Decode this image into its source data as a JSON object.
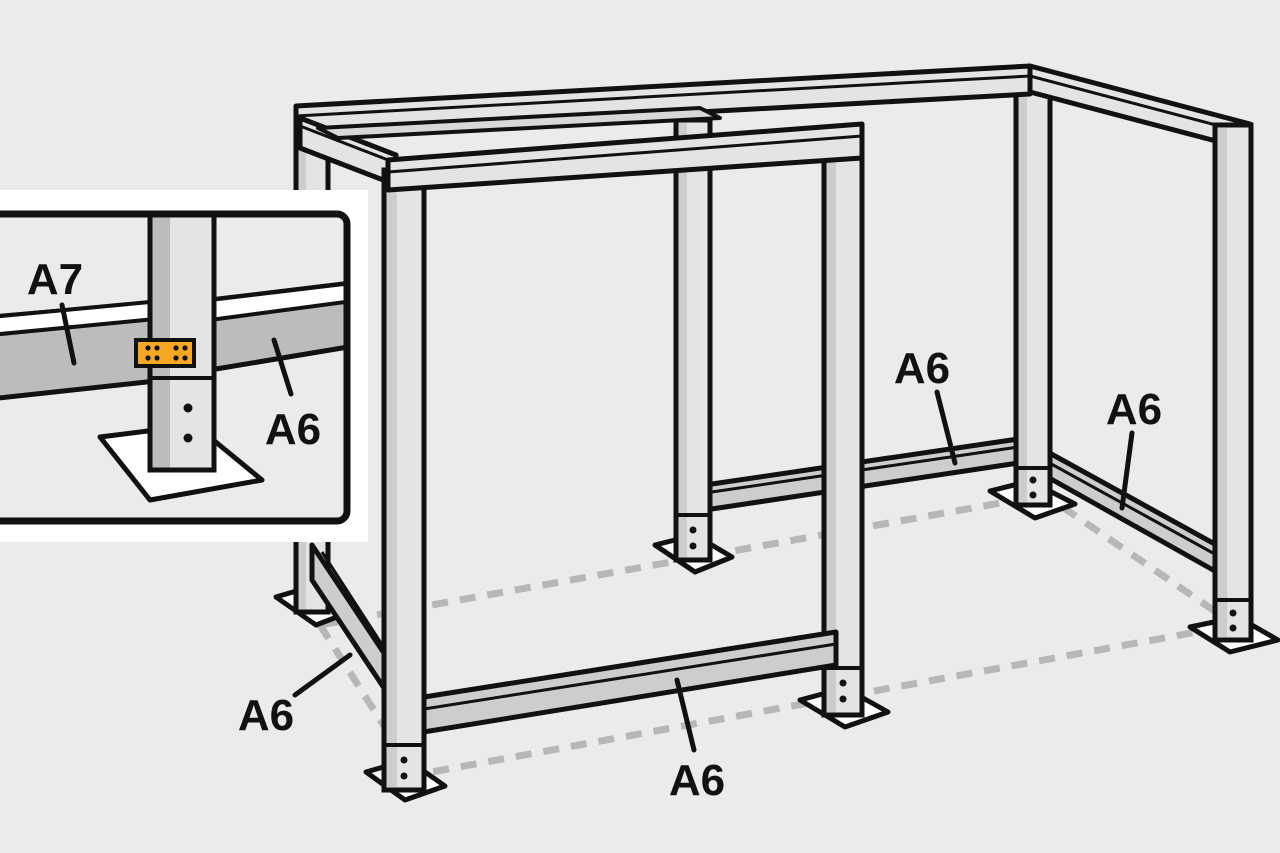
{
  "labels": {
    "a6_back_right": "A6",
    "a6_right_side": "A6",
    "a6_left_front": "A6",
    "a6_front_bottom": "A6",
    "inset_a7": "A7",
    "inset_a6": "A6"
  },
  "colors": {
    "background": "#ebebeb",
    "outline": "#111111",
    "member_light": "#e4e4e4",
    "member_mid": "#cdcdcd",
    "member_dark": "#b5b5b5",
    "footprint_dash": "#b7b7b7",
    "plate_orange": "#f7a823"
  }
}
